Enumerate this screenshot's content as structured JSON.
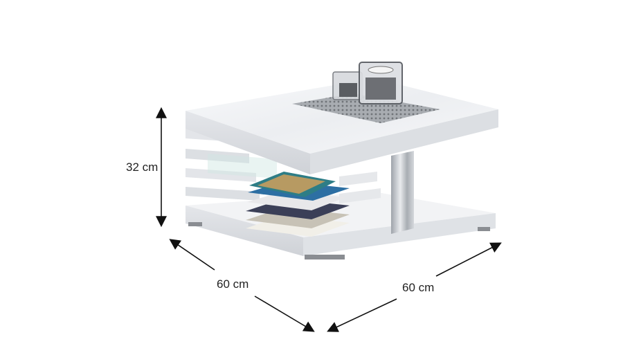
{
  "dimensions": {
    "height": "32 cm",
    "depth": "60 cm",
    "width": "60 cm"
  },
  "colors": {
    "table_gloss": "#f4f5f7",
    "table_edge": "#d9dce0",
    "chrome": "#b8bcc2",
    "arrow": "#111111",
    "mesh": "#8f9398"
  }
}
